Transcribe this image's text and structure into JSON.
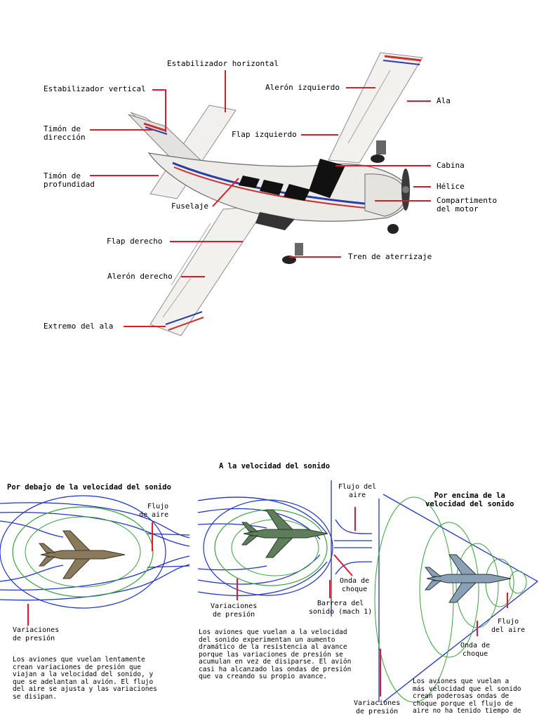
{
  "airplane": {
    "labels": {
      "estabilizador_horizontal": "Estabilizador horizontal",
      "estabilizador_vertical": "Estabilizador vertical",
      "aleron_izquierdo": "Alerón izquierdo",
      "ala": "Ala",
      "timon_direccion": "Timón de\ndirección",
      "flap_izquierdo": "Flap izquierdo",
      "cabina": "Cabina",
      "timon_profundidad": "Timón de\nprofundidad",
      "helice": "Hélice",
      "fuselaje": "Fuselaje",
      "compartimento_motor": "Compartimento\ndel motor",
      "flap_derecho": "Flap derecho",
      "tren_aterrizaje": "Tren de aterrizaje",
      "aleron_derecho": "Alerón derecho",
      "extremo_ala": "Extremo del ala"
    }
  },
  "speed": {
    "subsonic": {
      "title": "Por debajo de la velocidad del sonido",
      "flujo": "Flujo\nde aire",
      "variaciones": "Variaciones\nde presión",
      "paragraph": "Los aviones que vuelan lentamente\ncrean variaciones de presión que\nviajan a la velocidad del sonido, y\nque se adelantan al avión. El flujo\ndel aire se ajusta y las variaciones\nse disipan."
    },
    "sonic": {
      "title": "A la velocidad del sonido",
      "flujo": "Flujo del\naire",
      "onda": "Onda de\nchoque",
      "barrera": "Barrera del\nsonido (mach 1)",
      "variaciones": "Variaciones\nde presión",
      "paragraph": "Los aviones que vuelan a la velocidad\ndel sonido experimentan un aumento\ndramático de la resistencia al avance\nporque las variaciones de presión se\nacumulan en vez de disiparse. El avión\ncasi ha alcanzado las ondas de presión\nque va creando su propio avance."
    },
    "supersonic": {
      "title": "Por encima de la\nvelocidad del sonido",
      "flujo": "Flujo\ndel aire",
      "onda": "Onda de\nchoque",
      "variaciones": "Variaciones\nde presión",
      "paragraph": "Los aviones que vuelan a\nmás velocidad que el sonido\ncrean poderosas ondas de\nchoque porque el flujo de\naire no ha tenido tiempo de"
    }
  },
  "colors": {
    "leader": "#e0182c",
    "airflow": "#1e34c8",
    "pressure": "#3aa23a"
  },
  "icons": [
    "airplane-illustration",
    "jet-fighter-icon"
  ]
}
